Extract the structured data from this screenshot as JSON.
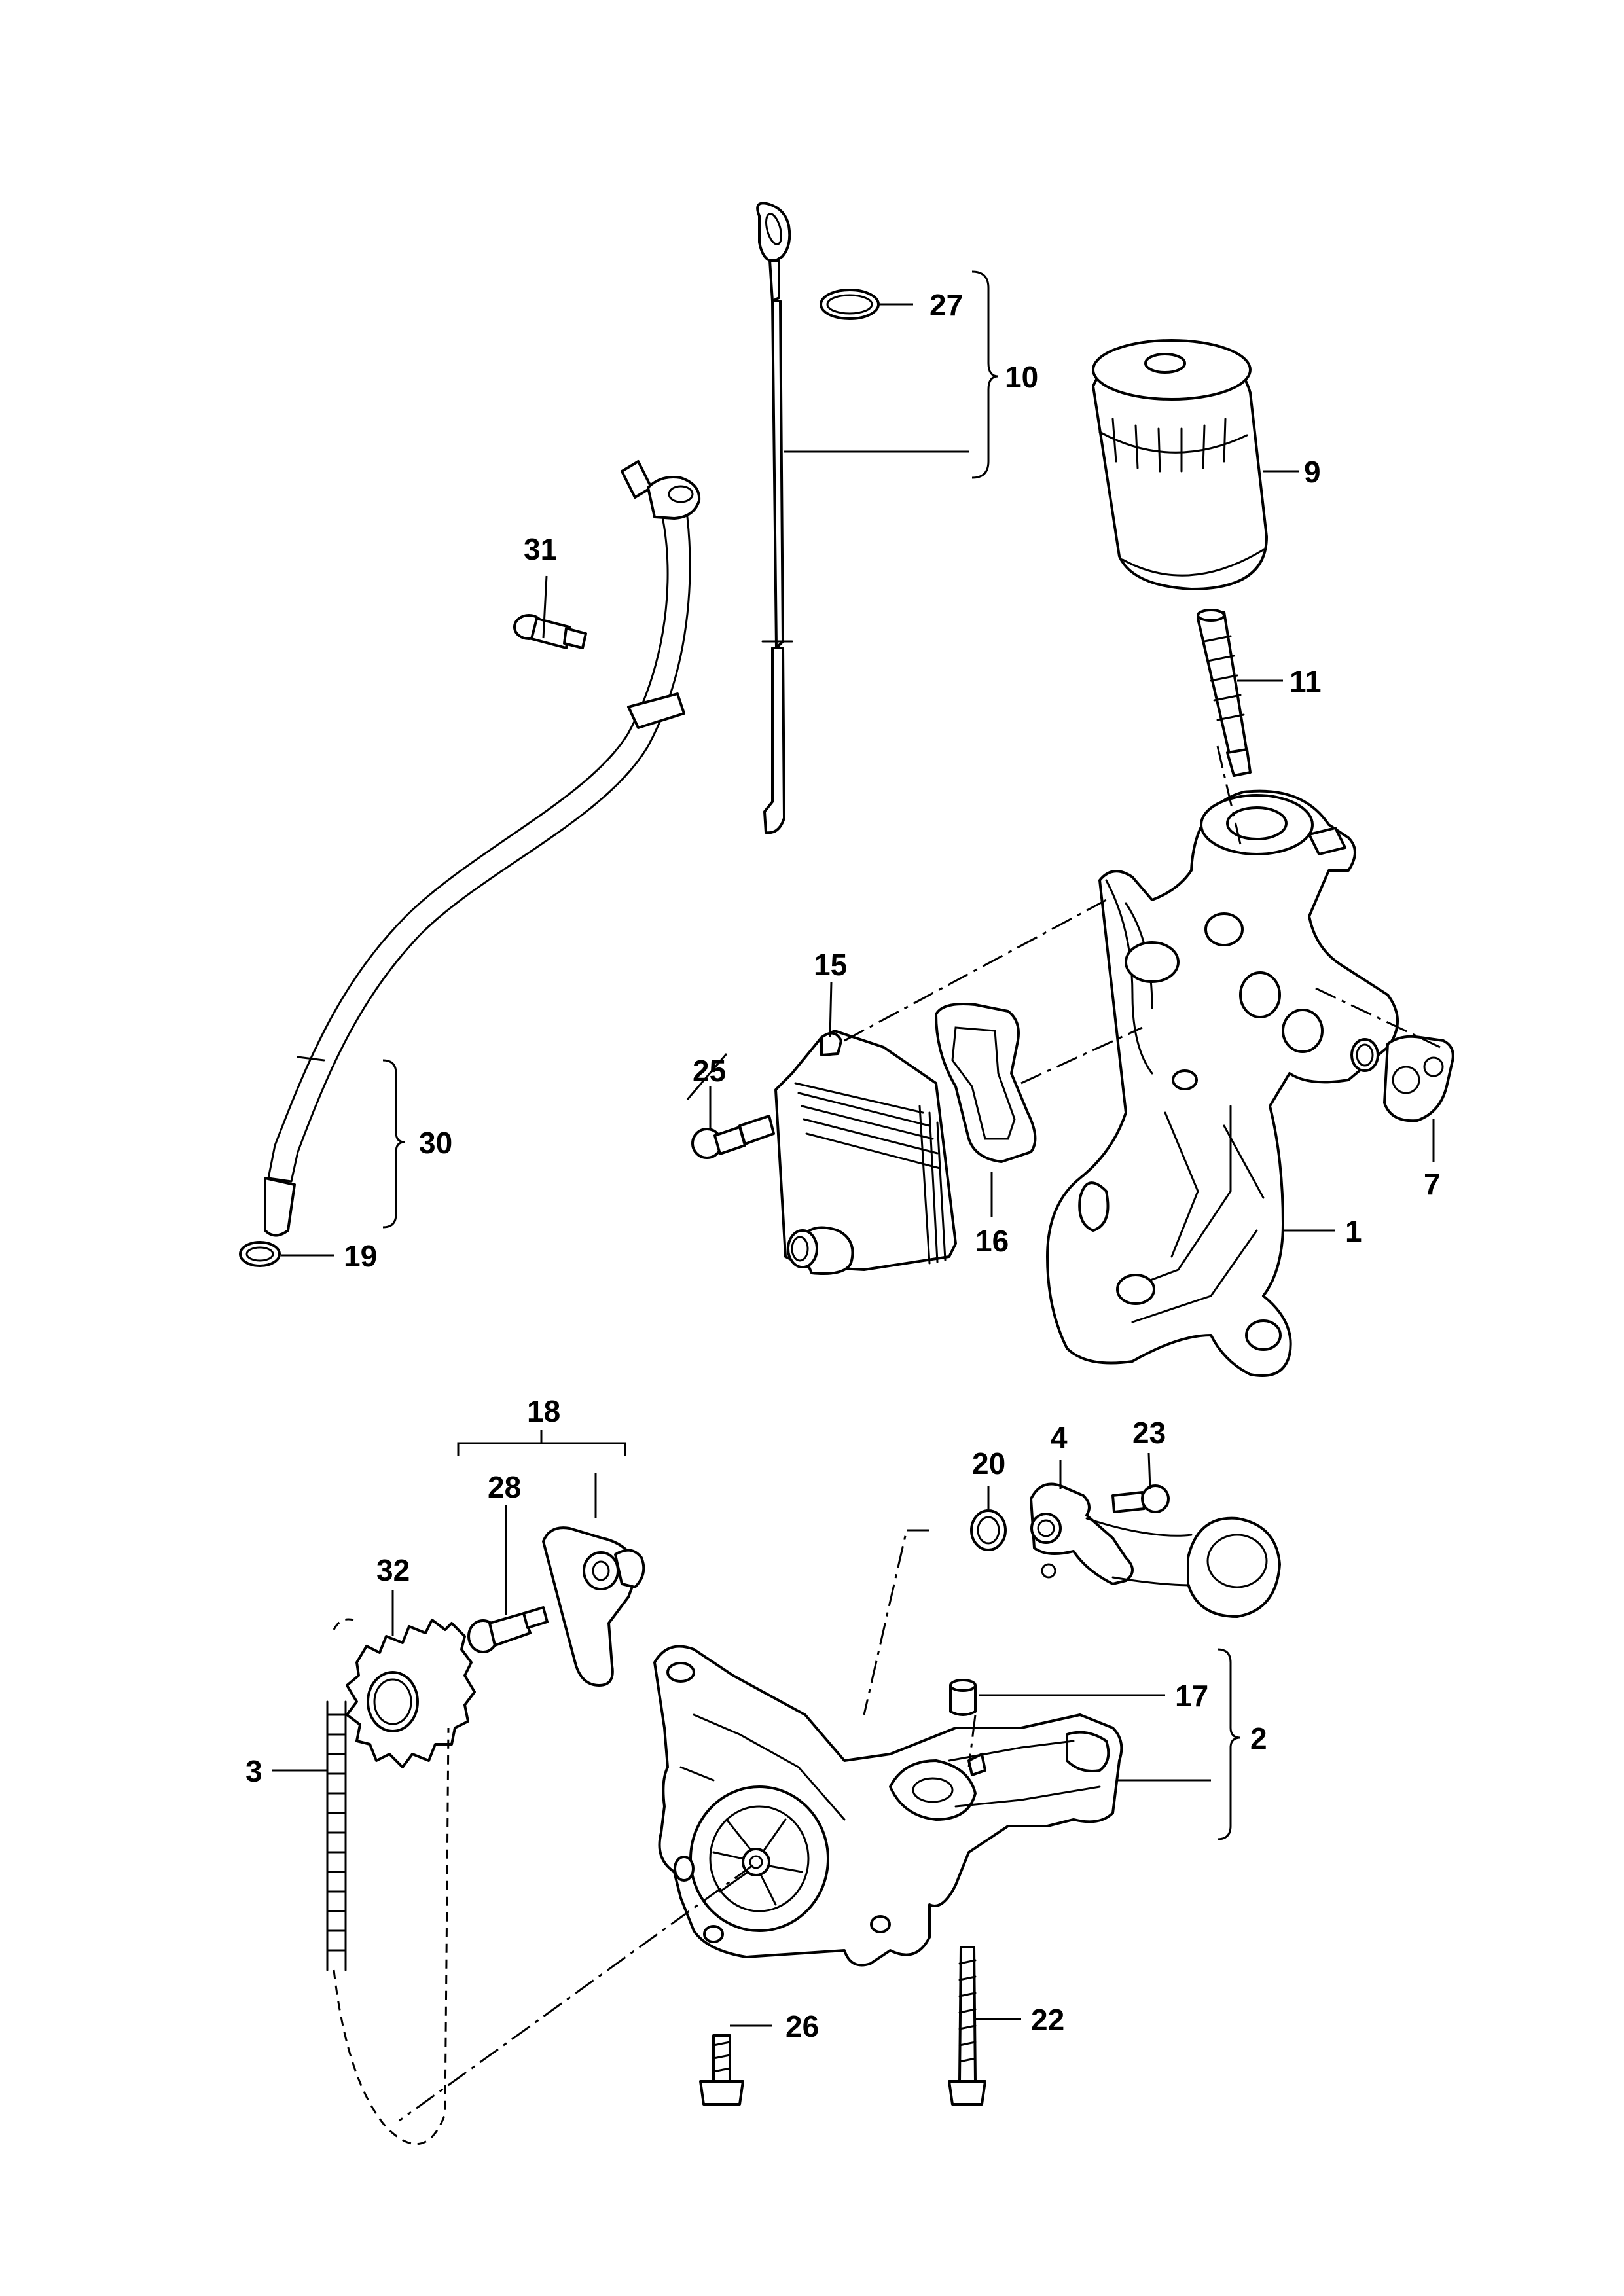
{
  "callouts": {
    "c1": "1",
    "c2": "2",
    "c3": "3",
    "c4": "4",
    "c7": "7",
    "c9": "9",
    "c10": "10",
    "c11": "11",
    "c15": "15",
    "c16": "16",
    "c17": "17",
    "c18": "18",
    "c19": "19",
    "c20": "20",
    "c22": "22",
    "c23": "23",
    "c25": "25",
    "c26": "26",
    "c27": "27",
    "c28": "28",
    "c30": "30",
    "c31": "31",
    "c32": "32"
  }
}
